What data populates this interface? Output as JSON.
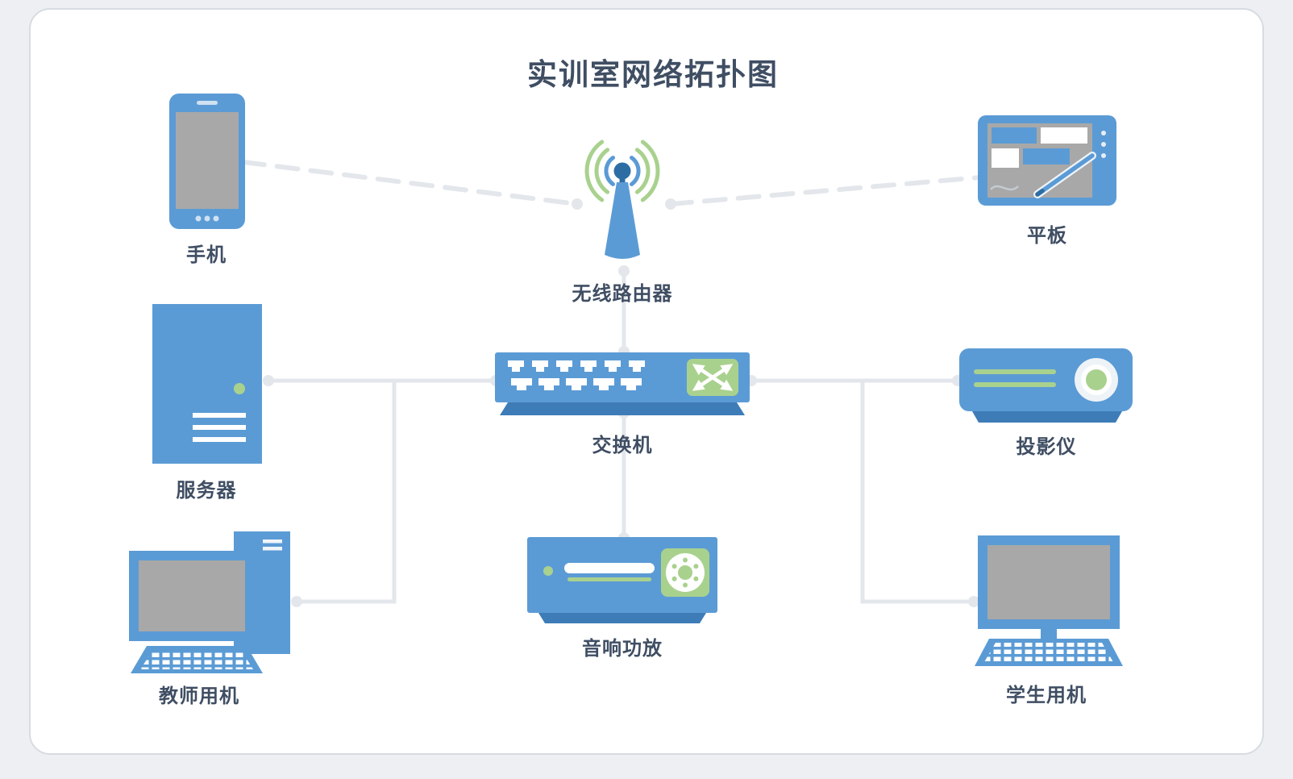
{
  "title": "实训室网络拓扑图",
  "nodes": {
    "phone": {
      "label": "手机",
      "icon": "smartphone-icon"
    },
    "router": {
      "label": "无线路由器",
      "icon": "wireless-router-icon"
    },
    "tablet": {
      "label": "平板",
      "icon": "tablet-icon"
    },
    "server": {
      "label": "服务器",
      "icon": "server-tower-icon"
    },
    "switch": {
      "label": "交换机",
      "icon": "network-switch-icon"
    },
    "projector": {
      "label": "投影仪",
      "icon": "projector-icon"
    },
    "teacher_pc": {
      "label": "教师用机",
      "icon": "desktop-computer-icon"
    },
    "amplifier": {
      "label": "音响功放",
      "icon": "audio-amplifier-icon"
    },
    "student_pc": {
      "label": "学生用机",
      "icon": "desktop-computer-icon"
    }
  },
  "edges": [
    {
      "from": "手机",
      "to": "无线路由器",
      "type": "wireless",
      "style": "dashed"
    },
    {
      "from": "平板",
      "to": "无线路由器",
      "type": "wireless",
      "style": "dashed"
    },
    {
      "from": "无线路由器",
      "to": "交换机",
      "type": "wired",
      "style": "solid"
    },
    {
      "from": "服务器",
      "to": "交换机",
      "type": "wired",
      "style": "solid"
    },
    {
      "from": "教师用机",
      "to": "交换机",
      "type": "wired",
      "style": "solid"
    },
    {
      "from": "投影仪",
      "to": "交换机",
      "type": "wired",
      "style": "solid"
    },
    {
      "from": "学生用机",
      "to": "交换机",
      "type": "wired",
      "style": "solid"
    },
    {
      "from": "音响功放",
      "to": "交换机",
      "type": "wired",
      "style": "solid"
    }
  ],
  "colors": {
    "device_blue": "#5b9bd5",
    "device_blue_dark": "#3e7cb8",
    "antenna_navy": "#2e6da4",
    "accent_green": "#a9d18e",
    "screen_gray": "#a8a8a8",
    "connector_gray": "#e3e7ec",
    "text": "#3f4e63",
    "canvas_background": "#ffffff",
    "page_background": "#edeff2"
  }
}
